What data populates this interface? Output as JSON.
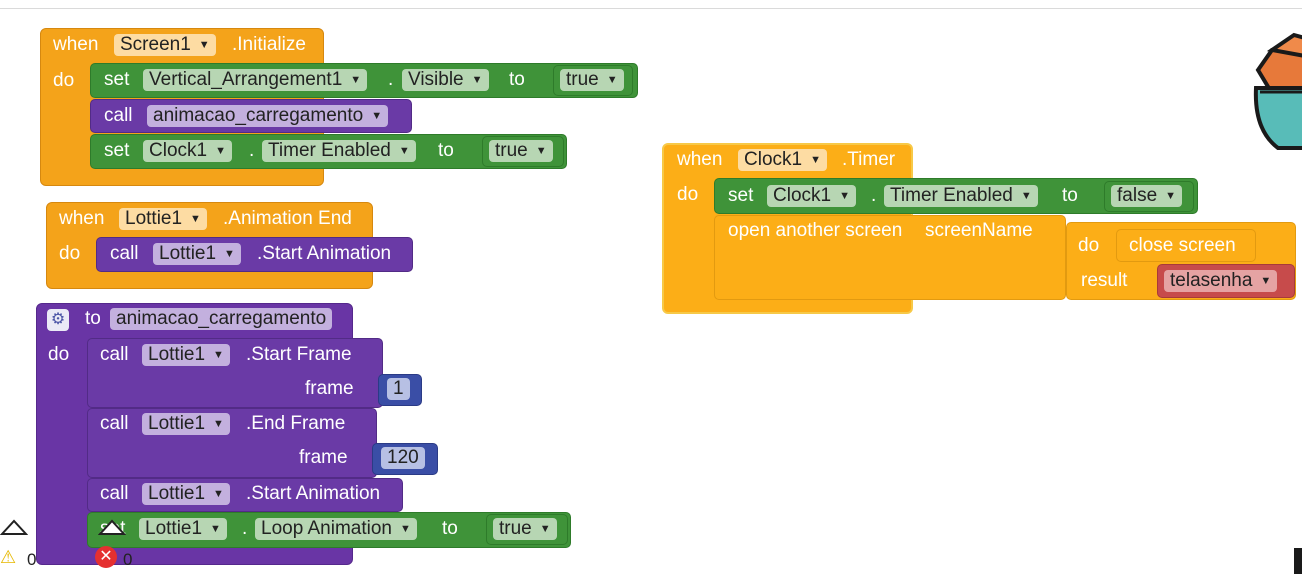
{
  "blocks": {
    "screen_init": {
      "when": "when",
      "component": "Screen1",
      "event": ".Initialize",
      "do": "do",
      "s1": {
        "set": "set",
        "component": "Vertical_Arrangement1",
        "dot": ".",
        "property": "Visible",
        "to": "to",
        "value": "true"
      },
      "s2": {
        "call": "call",
        "procedure": "animacao_carregamento"
      },
      "s3": {
        "set": "set",
        "component": "Clock1",
        "dot": ".",
        "property": "Timer Enabled",
        "to": "to",
        "value": "true"
      }
    },
    "lottie_end": {
      "when": "when",
      "component": "Lottie1",
      "event": ".Animation End",
      "do": "do",
      "s1": {
        "call": "call",
        "component": "Lottie1",
        "method": ".Start Animation"
      }
    },
    "procedure": {
      "to": "to",
      "name": "animacao_carregamento",
      "do": "do",
      "s1": {
        "call": "call",
        "component": "Lottie1",
        "method": ".Start Frame",
        "param": "frame",
        "value": "1"
      },
      "s2": {
        "call": "call",
        "component": "Lottie1",
        "method": ".End Frame",
        "param": "frame",
        "value": "120"
      },
      "s3": {
        "call": "call",
        "component": "Lottie1",
        "method": ".Start Animation"
      },
      "s4": {
        "set": "set",
        "component": "Lottie1",
        "dot": ".",
        "property": "Loop Animation",
        "to": "to",
        "value": "true"
      }
    },
    "clock_timer": {
      "when": "when",
      "component": "Clock1",
      "event": ".Timer",
      "do": "do",
      "s1": {
        "set": "set",
        "component": "Clock1",
        "dot": ".",
        "property": "Timer Enabled",
        "to": "to",
        "value": "false"
      },
      "s2": {
        "open": "open another screen",
        "param": "screenName",
        "do": "do",
        "close": "close screen",
        "result": "result",
        "value": "telasenha"
      }
    }
  },
  "status": {
    "warnings": "0",
    "errors": "0"
  },
  "colors": {
    "event": "#f4a31a",
    "procedure": "#6935a5",
    "set": "#3f9339",
    "call": "#6a3aa6",
    "text": "#c74b4b",
    "number": "#3a4ea6"
  }
}
